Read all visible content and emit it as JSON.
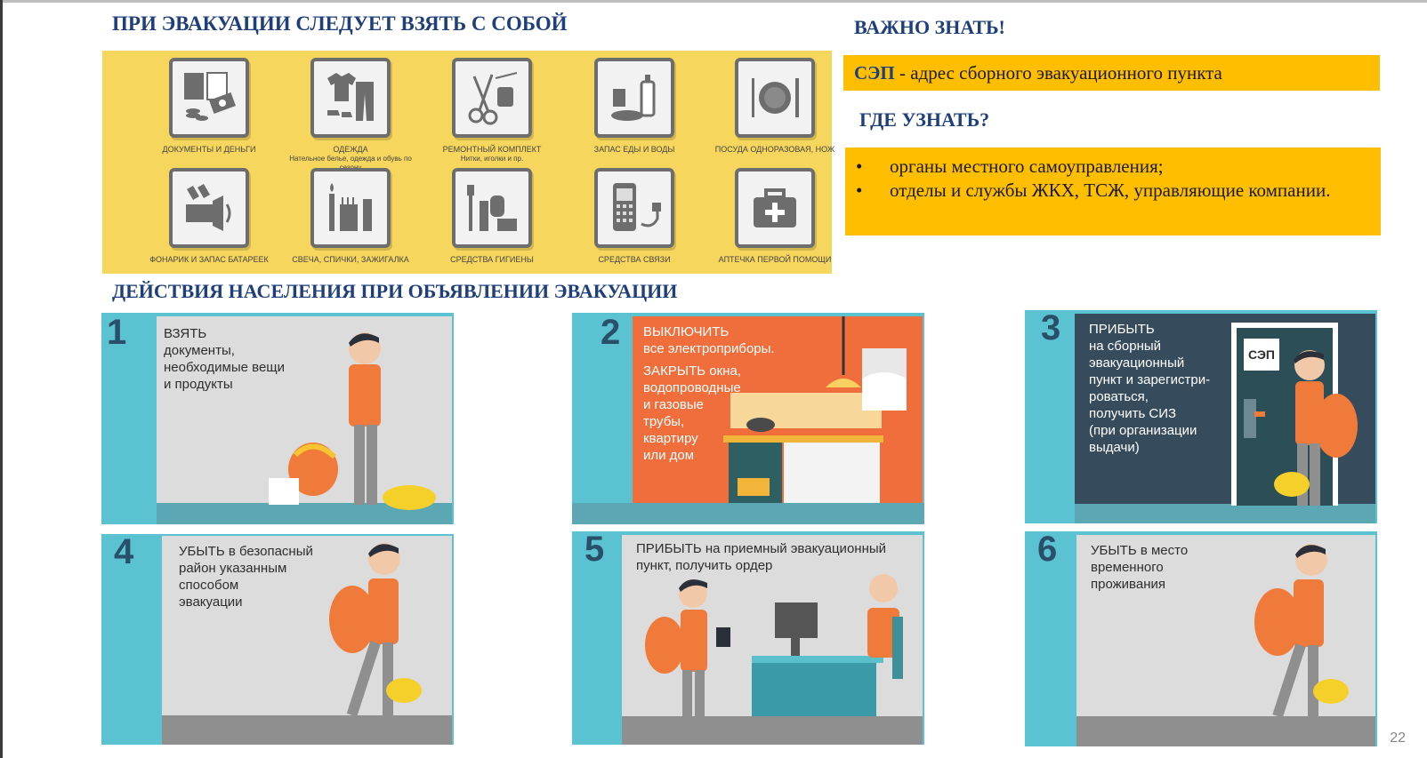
{
  "headings": {
    "take": "ПРИ ЭВАКУАЦИИ СЛЕДУЕТ ВЗЯТЬ С СОБОЙ",
    "actions": "ДЕЙСТВИЯ НАСЕЛЕНИЯ ПРИ ОБЪЯВЛЕНИИ ЭВАКУАЦИИ",
    "important": "ВАЖНО ЗНАТЬ!",
    "where": "ГДЕ УЗНАТЬ?"
  },
  "kit": [
    {
      "label": "ДОКУМЕНТЫ И ДЕНЬГИ",
      "sub": "",
      "icon": "documents-money-icon"
    },
    {
      "label": "ОДЕЖДА",
      "sub": "Нательное белье, одежда и обувь по сезону",
      "icon": "clothes-icon"
    },
    {
      "label": "РЕМОНТНЫЙ КОМПЛЕКТ",
      "sub": "Нитки, иголки и пр.",
      "icon": "sewing-kit-icon"
    },
    {
      "label": "ЗАПАС ЕДЫ И ВОДЫ",
      "sub": "",
      "icon": "food-water-icon"
    },
    {
      "label": "ПОСУДА ОДНОРАЗОВАЯ, НОЖ",
      "sub": "",
      "icon": "tableware-icon"
    },
    {
      "label": "ФОНАРИК И ЗАПАС БАТАРЕЕК",
      "sub": "",
      "icon": "flashlight-icon"
    },
    {
      "label": "СВЕЧА, СПИЧКИ, ЗАЖИГАЛКА",
      "sub": "",
      "icon": "candle-matches-icon"
    },
    {
      "label": "СРЕДСТВА ГИГИЕНЫ",
      "sub": "",
      "icon": "hygiene-icon"
    },
    {
      "label": "СРЕДСТВА СВЯЗИ",
      "sub": "",
      "icon": "phone-icon"
    },
    {
      "label": "АПТЕЧКА ПЕРВОЙ ПОМОЩИ",
      "sub": "",
      "icon": "first-aid-icon"
    }
  ],
  "important": {
    "abbr": "СЭП",
    "text": " - адрес сборного эвакуационного пункта"
  },
  "where_list": [
    "органы местного самоуправления;",
    "отделы и службы ЖКХ, ТСЖ, управляющие компании."
  ],
  "steps": [
    {
      "num": "1",
      "lines": [
        "ВЗЯТЬ",
        "документы,",
        "необходимые вещи",
        "и продукты"
      ]
    },
    {
      "num": "2",
      "lines": [
        "ВЫКЛЮЧИТЬ",
        "все электроприборы.",
        "",
        "ЗАКРЫТЬ окна,",
        "водопроводные",
        "и газовые",
        "трубы,",
        "квартиру",
        "или дом"
      ]
    },
    {
      "num": "3",
      "lines": [
        "ПРИБЫТЬ",
        "на сборный",
        "эвакуационный",
        "пункт и зарегистри-",
        "роваться,",
        "получить СИЗ",
        "(при организации",
        "выдачи)"
      ],
      "door_sign": "СЭП"
    },
    {
      "num": "4",
      "lines": [
        "УБЫТЬ в безопасный",
        "район указанным",
        "способом",
        "эвакуации"
      ]
    },
    {
      "num": "5",
      "lines": [
        "ПРИБЫТЬ на приемный эвакуационный",
        "пункт, получить ордер"
      ]
    },
    {
      "num": "6",
      "lines": [
        "УБЫТЬ в место",
        "временного",
        "проживания"
      ]
    }
  ],
  "page_number": "22",
  "colors": {
    "heading": "#1f3f7a",
    "panel_yellow": "#f6d65c",
    "box_amber": "#ffbf00",
    "card_teal": "#5bc2d2",
    "card_grey": "#dcdcdc",
    "card_orange": "#f06e3c",
    "card_navy": "#364b5c",
    "shirt_orange": "#f07a3a"
  }
}
